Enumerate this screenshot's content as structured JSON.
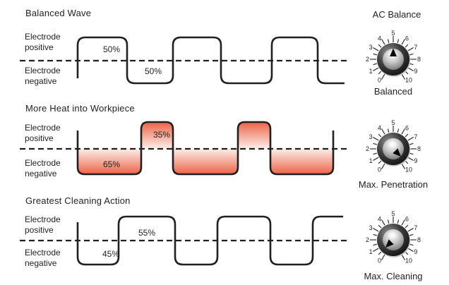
{
  "panel": {
    "heading": "AC Balance"
  },
  "rows": [
    {
      "title": "Balanced Wave",
      "electrode_positive": [
        "Electrode",
        "positive"
      ],
      "electrode_negative": [
        "Electrode",
        "negative"
      ],
      "percent_positive": "50%",
      "percent_negative": "50%",
      "knob_caption": "Balanced",
      "knob_pointer_angle_deg": 0,
      "wave": {
        "type": "square",
        "starts_with": "positive",
        "positive_pct": 50,
        "negative_pct": 50,
        "filled": false
      }
    },
    {
      "title": "More Heat into Workpiece",
      "electrode_positive": [
        "Electrode",
        "positive"
      ],
      "electrode_negative": [
        "Electrode",
        "negative"
      ],
      "percent_positive": "35%",
      "percent_negative": "65%",
      "knob_caption": "Max. Penetration",
      "knob_pointer_angle_deg": 135,
      "wave": {
        "type": "square",
        "starts_with": "negative",
        "positive_pct": 35,
        "negative_pct": 65,
        "filled": true,
        "fill_color": "#eb6347"
      }
    },
    {
      "title": "Greatest Cleaning Action",
      "electrode_positive": [
        "Electrode",
        "positive"
      ],
      "electrode_negative": [
        "Electrode",
        "negative"
      ],
      "percent_positive": "55%",
      "percent_negative": "45%",
      "knob_caption": "Max. Cleaning",
      "knob_pointer_angle_deg": -135,
      "wave": {
        "type": "square",
        "starts_with": "negative",
        "positive_pct": 55,
        "negative_pct": 45,
        "filled": false
      }
    }
  ],
  "knob_scale": [
    "0",
    "1",
    "2",
    "3",
    "4",
    "5",
    "6",
    "7",
    "8",
    "9",
    "10"
  ],
  "colors": {
    "stroke": "#231f20",
    "fill_deep": "#eb6347",
    "fill_light": "#fdefe9",
    "background": "#ffffff"
  }
}
